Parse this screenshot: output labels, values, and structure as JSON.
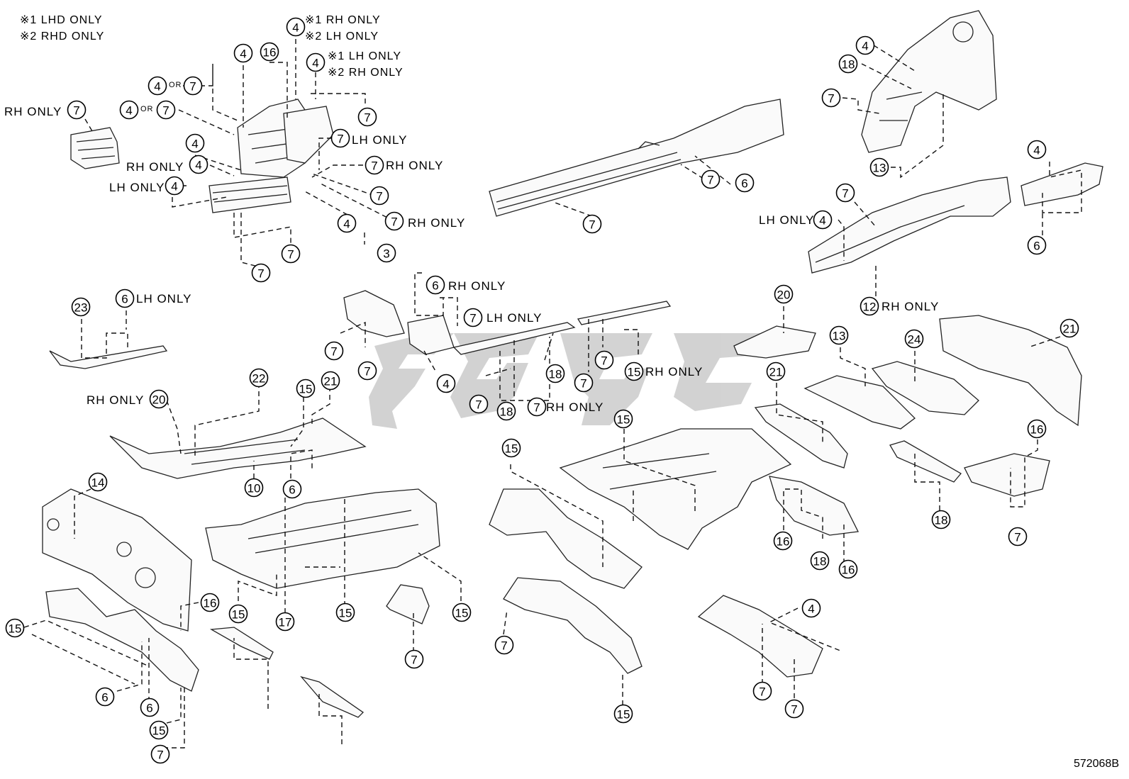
{
  "notes": {
    "top_left_1": "※1 LHD ONLY",
    "top_left_2": "※2 RHD ONLY",
    "center_1": "※1 RH ONLY",
    "center_2": "※2 LH ONLY",
    "center_3": "※1 LH ONLY",
    "center_4": "※2 RH ONLY"
  },
  "labels": {
    "rh_only": "RH ONLY",
    "lh_only": "LH ONLY",
    "or": "OR"
  },
  "callouts": [
    "4",
    "4",
    "16",
    "4",
    "4",
    "7",
    "4",
    "7",
    "7",
    "7",
    "7",
    "4",
    "4",
    "7",
    "4",
    "7",
    "4",
    "7",
    "7",
    "3",
    "7",
    "7",
    "6",
    "7",
    "4",
    "18",
    "7",
    "13",
    "7",
    "4",
    "4",
    "6",
    "12",
    "23",
    "6",
    "6",
    "7",
    "7",
    "7",
    "4",
    "7",
    "18",
    "18",
    "7",
    "7",
    "7",
    "15",
    "20",
    "13",
    "24",
    "21",
    "20",
    "22",
    "15",
    "21",
    "10",
    "6",
    "21",
    "15",
    "15",
    "16",
    "7",
    "18",
    "16",
    "18",
    "16",
    "14",
    "16",
    "15",
    "17",
    "15",
    "15",
    "7",
    "7",
    "15",
    "4",
    "7",
    "7",
    "15",
    "6",
    "6",
    "15",
    "7"
  ],
  "watermark": "GPGC",
  "diagram_code": "572068B"
}
